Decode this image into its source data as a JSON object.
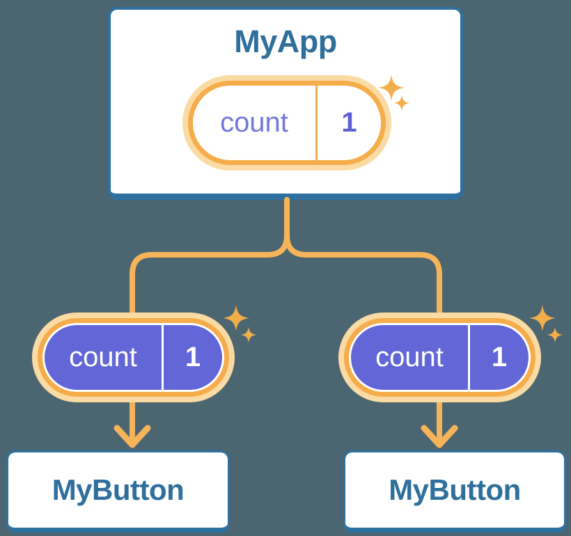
{
  "diagram": {
    "root": {
      "title": "MyApp",
      "state": {
        "label": "count",
        "value": "1"
      }
    },
    "children": [
      {
        "title": "MyButton",
        "state": {
          "label": "count",
          "value": "1"
        }
      },
      {
        "title": "MyButton",
        "state": {
          "label": "count",
          "value": "1"
        }
      }
    ]
  },
  "icons": {
    "sparkle-icon": "✦"
  },
  "colors": {
    "background": "#4C6671",
    "card_background": "#FFFFFF",
    "card_border_blue": "#2E71A1",
    "heading_text_blue": "#2E6F9C",
    "connector_orange": "#F6B45A",
    "pill_border_orange": "#F5AC4B",
    "pill_glow_light_orange": "#FBDBA4",
    "pill_fill_purple": "#6366D6",
    "state_label_purple": "#7277DC",
    "state_value_purple": "#5B60D6",
    "state_text_on_purple": "#FFFFFF",
    "sparkle_orange": "#F3AE4C"
  }
}
